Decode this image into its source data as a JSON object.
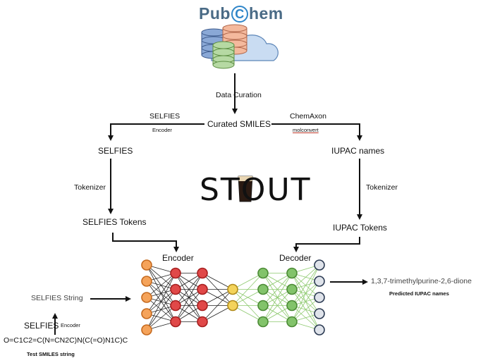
{
  "logo": {
    "prefix": "Pub",
    "c": "C",
    "suffix": "hem"
  },
  "title_logo": "STOUT",
  "steps": {
    "data_curation": "Data Curation",
    "curated_smiles": "Curated SMILES",
    "selfies_encoder_title": "SELFIES",
    "selfies_encoder_sub": "Encoder",
    "chemaxon_title": "ChemAxon",
    "chemaxon_sub": "molconvert",
    "selfies": "SELFIES",
    "iupac_names": "IUPAC names",
    "tokenizer_left": "Tokenizer",
    "tokenizer_right": "Tokenizer",
    "selfies_tokens": "SELFIES Tokens",
    "iupac_tokens": "IUPAC Tokens",
    "encoder": "Encoder",
    "decoder": "Decoder"
  },
  "bottom": {
    "selfies_string": "SELFIES String",
    "selfies_small": "SELFIES",
    "encoder_small": "Encoder",
    "smiles": "O=C1C2=C(N=CN2C)N(C(=O)N1C)C",
    "test_smiles_label": "Test SMILES string",
    "output_name": "1,3,7-trimethylpurine-2,6-dione",
    "output_label": "Predicted IUPAC names"
  },
  "colors": {
    "orange": "#f5a35a",
    "red": "#e04848",
    "yellow": "#f3d35a",
    "green": "#82c36a",
    "grey": "#dfe3ea",
    "encoder_links": "#222222",
    "decoder_links": "#8dc96e"
  },
  "network": {
    "layers": [
      5,
      4,
      4,
      2,
      4,
      4,
      5
    ]
  }
}
